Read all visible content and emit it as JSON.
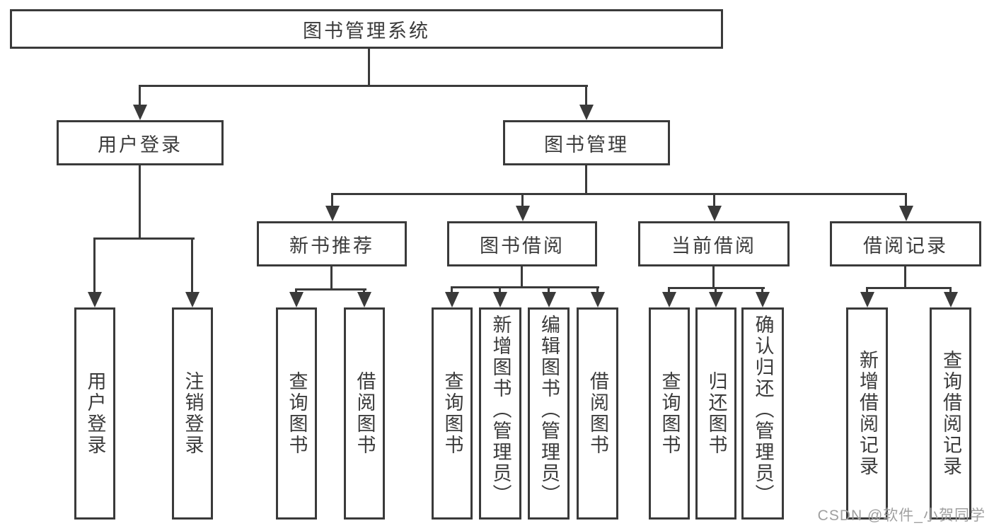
{
  "diagram": {
    "root": "图书管理系统",
    "level1": [
      "用户登录",
      "图书管理"
    ],
    "level2": [
      "新书推荐",
      "图书借阅",
      "当前借阅",
      "借阅记录"
    ],
    "leaves": {
      "user_login": [
        "用户登录",
        "注销登录"
      ],
      "new_book": [
        "查询图书",
        "借阅图书"
      ],
      "book_borrow": [
        "查询图书",
        "新增图书（管理员）",
        "编辑图书（管理员）",
        "借阅图书"
      ],
      "current_borrow": [
        "查询图书",
        "归还图书",
        "确认归还（管理员）"
      ],
      "borrow_record": [
        "新增借阅记录",
        "查询借阅记录"
      ]
    }
  },
  "watermark": "CSDN @软件_小贺同学",
  "colors": {
    "line": "#3a3a3a",
    "text": "#3b3b3b",
    "box_background": "#ffffff",
    "page_background": "#ffffff",
    "watermark": "#a0a0a0"
  }
}
